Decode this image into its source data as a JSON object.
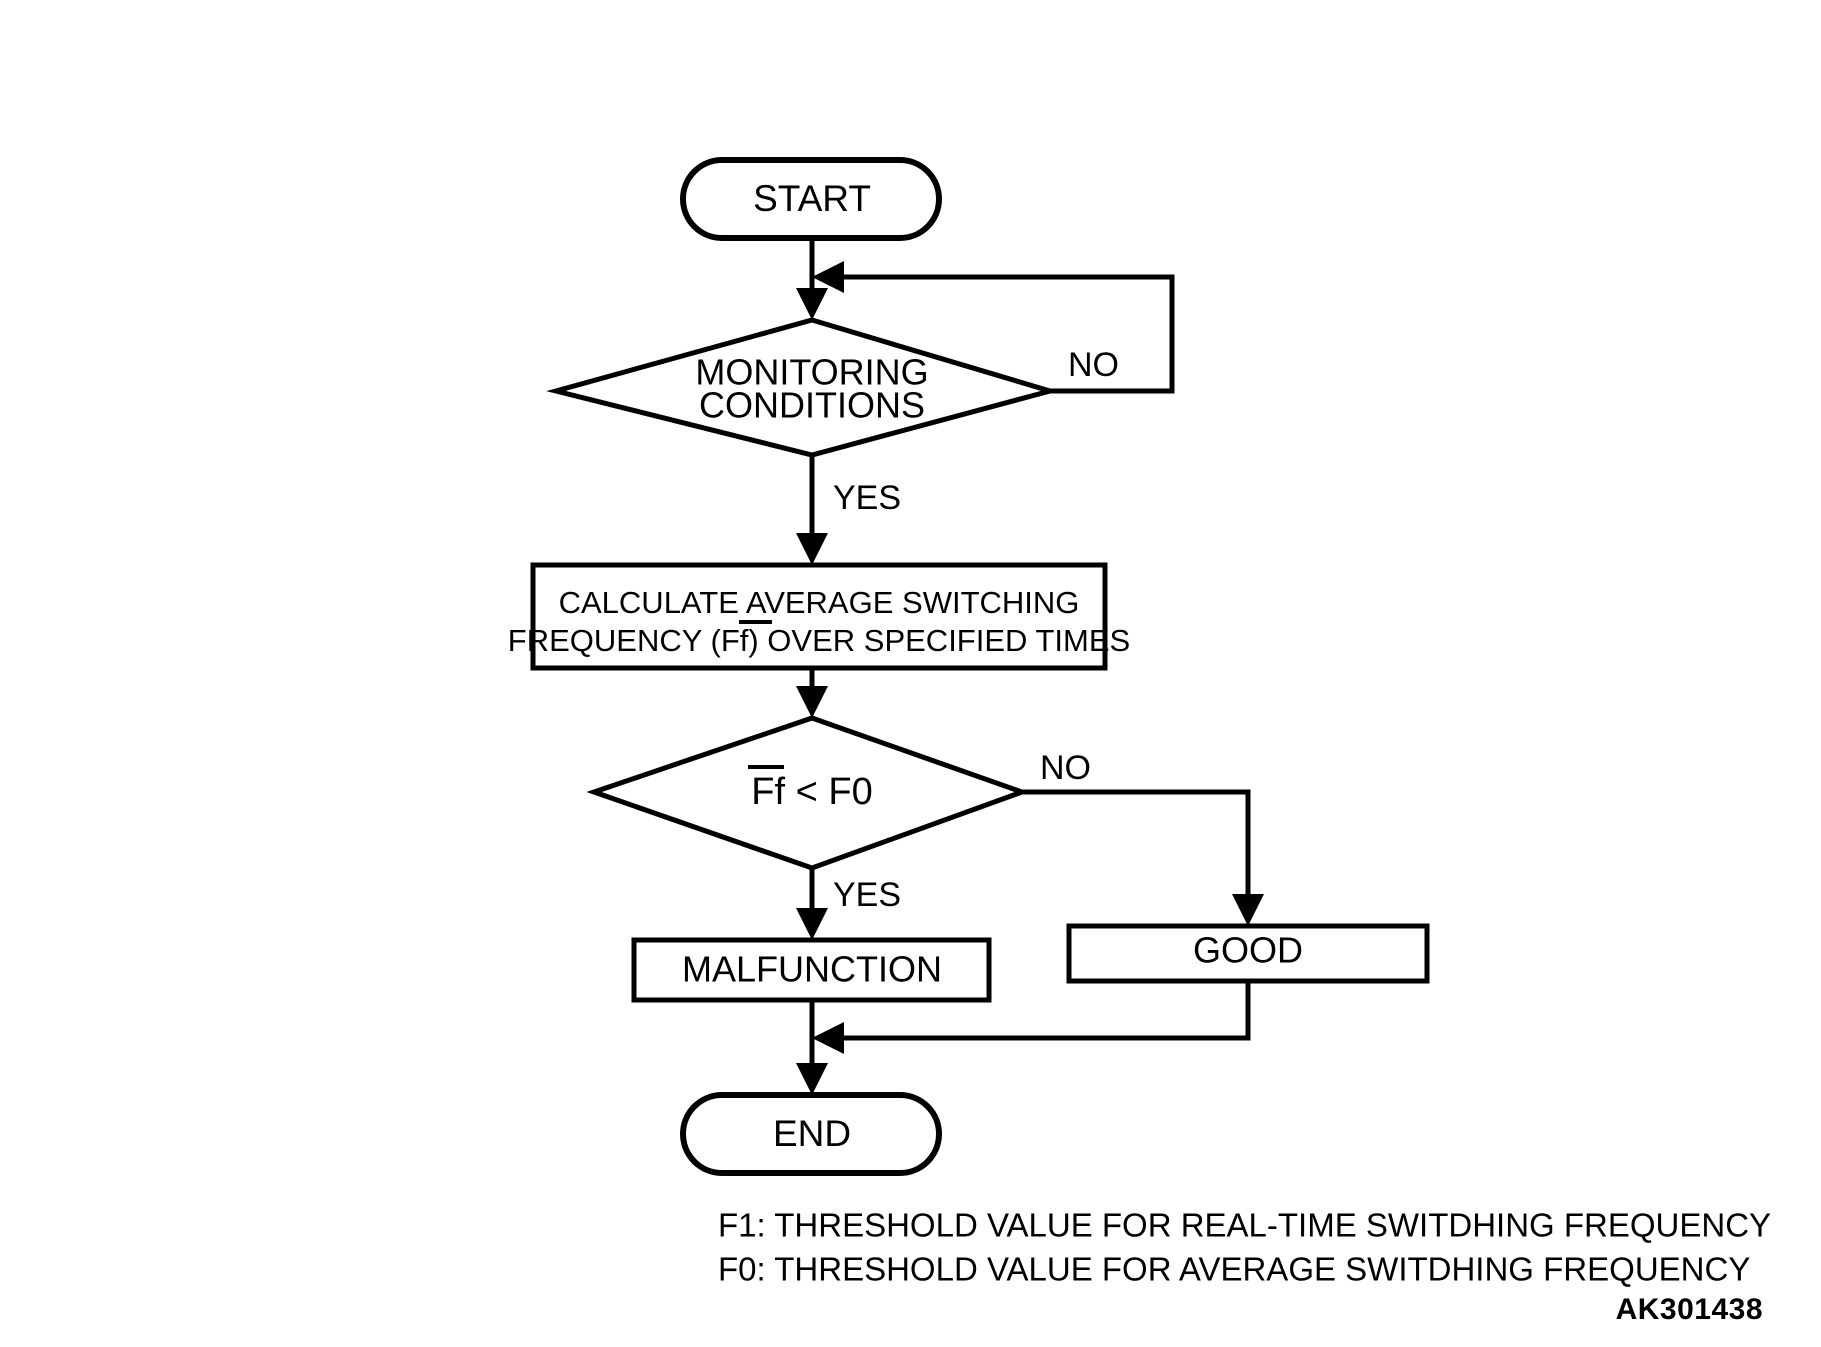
{
  "diagram": {
    "kind": "flowchart",
    "title_code": "AK301438",
    "background_color": "#ffffff",
    "line_color": "#000000",
    "nodes": [
      {
        "id": "start",
        "type": "terminator",
        "label": "START"
      },
      {
        "id": "monitor",
        "type": "decision",
        "label_line1": "MONITORING",
        "label_line2": "CONDITIONS"
      },
      {
        "id": "calculate",
        "type": "process",
        "label_line1": "CALCULATE AVERAGE SWITCHING",
        "label_line2_pre": "FREQUENCY (",
        "label_line2_var": "Ff",
        "label_line2_post": ") OVER SPECIFIED TIMES"
      },
      {
        "id": "compare",
        "type": "decision",
        "label_var": "Ff",
        "label_rest": " < F0"
      },
      {
        "id": "malfunction",
        "type": "process",
        "label": "MALFUNCTION"
      },
      {
        "id": "good",
        "type": "process",
        "label": "GOOD"
      },
      {
        "id": "end",
        "type": "terminator",
        "label": "END"
      }
    ],
    "edge_labels": {
      "monitor_no": "NO",
      "monitor_yes": "YES",
      "compare_no": "NO",
      "compare_yes": "YES"
    },
    "legend": [
      "F1: THRESHOLD VALUE FOR REAL-TIME SWITDHING FREQUENCY",
      "F0: THRESHOLD VALUE FOR AVERAGE SWITDHING FREQUENCY"
    ]
  }
}
